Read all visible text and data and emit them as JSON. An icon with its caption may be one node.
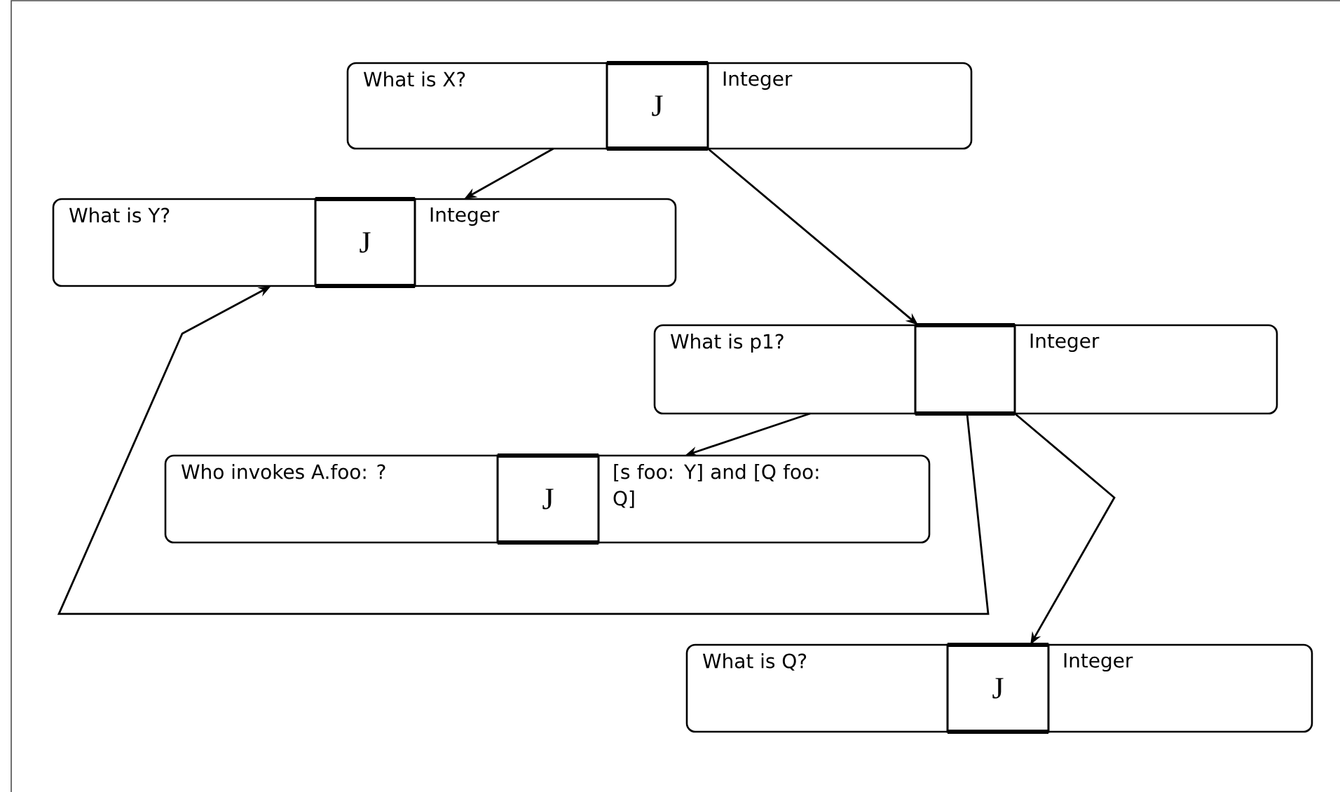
{
  "diagram": {
    "nodes": [
      {
        "text": [
          "What is X?",
          "Integer"
        ]
      },
      {
        "text": [
          "J"
        ],
        "in": 0
      },
      {
        "text": [
          "What is Y?",
          "Integer"
        ]
      },
      {
        "text": [
          "J"
        ],
        "in": 2
      },
      {
        "text": [
          "What is p1?",
          "Integer"
        ]
      },
      {
        "text": [],
        "shape": "box",
        "in": 4
      },
      {
        "text": [
          "Who invokes A.foo: ?",
          "[s foo: Y] and [Q foo: Q]"
        ]
      },
      {
        "text": [
          "J"
        ],
        "in": 6
      },
      {
        "text": [
          "What is Q?",
          "Integer"
        ]
      },
      {
        "text": [
          "J"
        ],
        "in": 8
      }
    ],
    "edges": [
      {
        "from": 0,
        "to": 2,
        "arrow": "to"
      },
      {
        "from": 1,
        "to": 5,
        "arrow": "to"
      },
      {
        "from": 4,
        "to": 6,
        "arrow": "to"
      },
      {
        "from": 5,
        "to": 2,
        "arrow": "to"
      },
      {
        "from": 5,
        "to": 9,
        "arrow": "to"
      }
    ]
  }
}
